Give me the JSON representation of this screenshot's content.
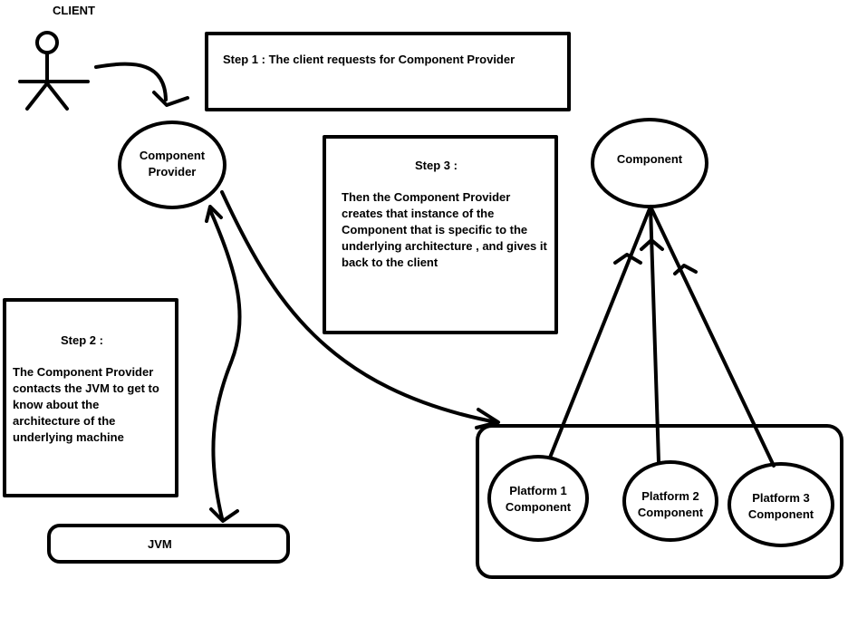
{
  "client": {
    "label": "CLIENT"
  },
  "step1": {
    "text": "Step 1 : The client requests for Component Provider"
  },
  "provider": {
    "line1": "Component",
    "line2": "Provider"
  },
  "step3": {
    "heading": "Step 3 :",
    "lines": [
      "Then the Component Provider",
      "creates that  instance of the",
      "Component  that is specific to the",
      "underlying architecture , and gives it",
      "back to the client"
    ]
  },
  "component": {
    "label": "Component"
  },
  "step2": {
    "heading": "Step 2 :",
    "lines": [
      "The Component Provider",
      "contacts the JVM to get to",
      "know about the",
      "architecture of the",
      "underlying machine"
    ]
  },
  "jvm": {
    "label": "JVM"
  },
  "platforms": [
    {
      "line1": "Platform 1",
      "line2": "Component"
    },
    {
      "line1": "Platform 2",
      "line2": "Component"
    },
    {
      "line1": "Platform 3",
      "line2": "Component"
    }
  ]
}
